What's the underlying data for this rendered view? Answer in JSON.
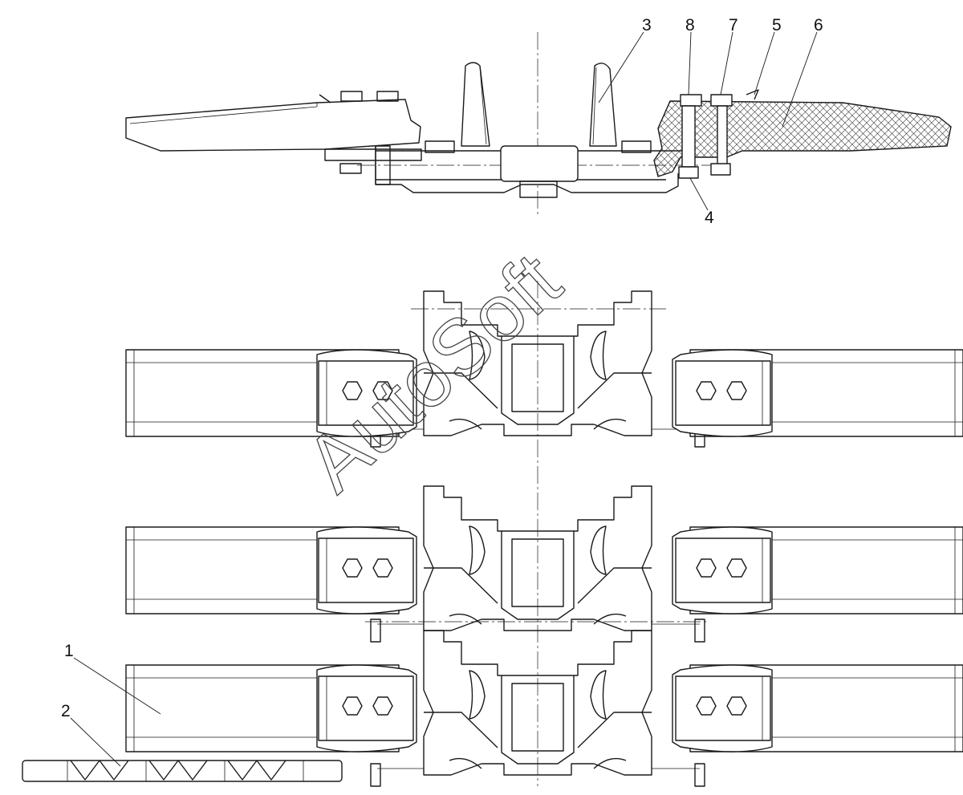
{
  "callouts": [
    "1",
    "2",
    "3",
    "4",
    "5",
    "6",
    "7",
    "8"
  ],
  "watermark": "AutoSoft",
  "colors": {
    "line": "#1a1a1a",
    "background": "#ffffff",
    "hatch": "#333333"
  }
}
